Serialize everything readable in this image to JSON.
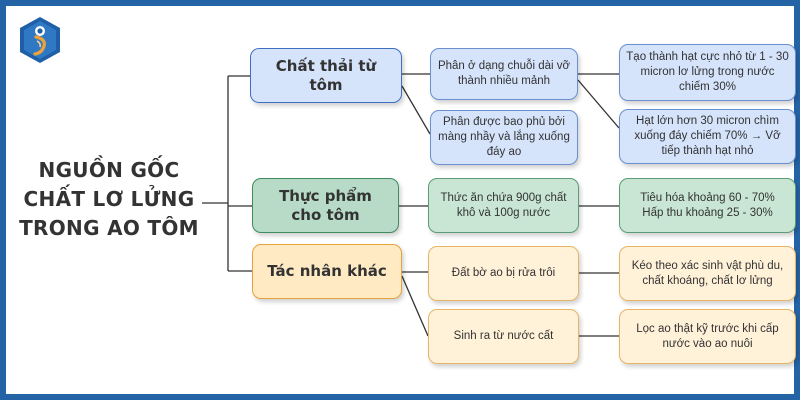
{
  "title": {
    "line1": "NGUỒN GỐC",
    "line2": "CHẤT LƠ LỬNG",
    "line3": "TRONG AO TÔM"
  },
  "colors": {
    "frame": "#2563a7",
    "blue": "#d5e3fb",
    "green": "#b7dbc6",
    "orange": "#ffeac4"
  },
  "branches": [
    {
      "label": "Chất thải từ tôm",
      "details": [
        {
          "text": "Phân ở dạng chuỗi dài vỡ thành nhiều mảnh",
          "results": [
            "Tạo thành hạt cực nhỏ từ 1 - 30 micron lơ lửng trong nước chiếm 30%",
            "Hạt lớn hơn 30 micron chìm xuống đáy chiếm 70% → Vỡ tiếp thành hạt nhỏ"
          ]
        },
        {
          "text": "Phân được bao phủ bởi màng nhầy và lắng xuống đáy ao"
        }
      ]
    },
    {
      "label": "Thực phẩm cho tôm",
      "details": [
        {
          "text": "Thức ăn chứa 900g chất khô và 100g nước",
          "results": [
            "Tiêu hóa khoảng 60 - 70% Hấp thu khoảng 25 - 30%"
          ]
        }
      ]
    },
    {
      "label": "Tác nhân khác",
      "details": [
        {
          "text": "Đất bờ ao bị rửa trôi",
          "results": [
            "Kéo theo xác sinh vật phù du, chất khoáng, chất lơ lửng"
          ]
        },
        {
          "text": "Sinh ra từ nước cất",
          "results": [
            "Lọc ao thật kỹ trước khi cấp nước vào ao nuôi"
          ]
        }
      ]
    }
  ]
}
